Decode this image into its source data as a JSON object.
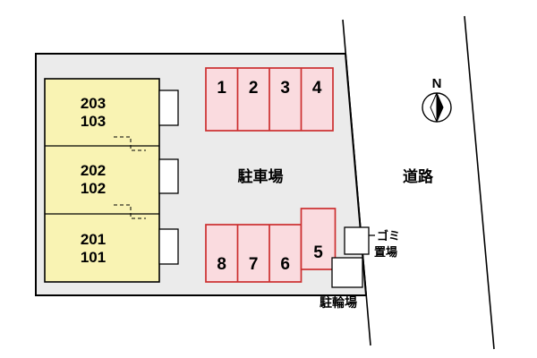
{
  "labels": {
    "parking_lot": "駐車場",
    "road": "道路",
    "compass_north": "N",
    "garbage_line1": "ゴミ",
    "garbage_line2": "置場",
    "bicycle_parking": "駐輪場"
  },
  "building_units": [
    {
      "upper": "203",
      "lower": "103"
    },
    {
      "upper": "202",
      "lower": "102"
    },
    {
      "upper": "201",
      "lower": "101"
    }
  ],
  "parking_top": [
    "1",
    "2",
    "3",
    "4"
  ],
  "parking_bottom": [
    "8",
    "7",
    "6",
    "5"
  ],
  "colors": {
    "background": "#ffffff",
    "site_fill": "#ebebeb",
    "building_fill": "#f9f3b3",
    "stall_fill": "#fadbdf",
    "stall_border": "#cc2f2f",
    "outline": "#000000"
  }
}
